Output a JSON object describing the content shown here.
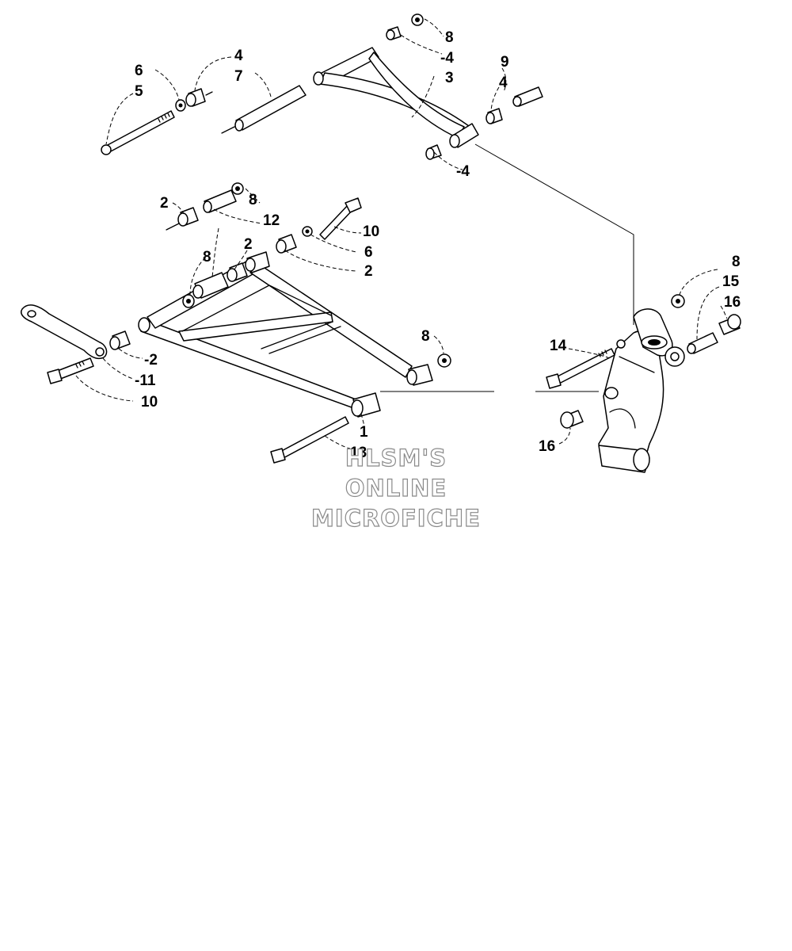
{
  "watermark": {
    "line1": "HLSM'S",
    "line2": "ONLINE",
    "line3": "MICROFICHE"
  },
  "callouts": [
    {
      "id": "c8a",
      "text": "8"
    },
    {
      "id": "c4a",
      "text": "-4"
    },
    {
      "id": "c3",
      "text": "3"
    },
    {
      "id": "c9",
      "text": "9"
    },
    {
      "id": "c4b",
      "text": "4"
    },
    {
      "id": "c4c",
      "text": "-4"
    },
    {
      "id": "c6a",
      "text": "6"
    },
    {
      "id": "c5",
      "text": "5"
    },
    {
      "id": "c4d",
      "text": "4"
    },
    {
      "id": "c7",
      "text": "7"
    },
    {
      "id": "c2a",
      "text": "2"
    },
    {
      "id": "c8b",
      "text": "8"
    },
    {
      "id": "c12",
      "text": "12"
    },
    {
      "id": "c10a",
      "text": "10"
    },
    {
      "id": "c2b",
      "text": "2"
    },
    {
      "id": "c6b",
      "text": "6"
    },
    {
      "id": "c2c",
      "text": "2"
    },
    {
      "id": "c8c",
      "text": "8"
    },
    {
      "id": "c8d",
      "text": "8"
    },
    {
      "id": "c2d",
      "text": "-2"
    },
    {
      "id": "c11",
      "text": "-11"
    },
    {
      "id": "c10b",
      "text": "10"
    },
    {
      "id": "c1",
      "text": "1"
    },
    {
      "id": "c13",
      "text": "13"
    },
    {
      "id": "c8e",
      "text": "8"
    },
    {
      "id": "c15",
      "text": "15"
    },
    {
      "id": "c16a",
      "text": "16"
    },
    {
      "id": "c14",
      "text": "14"
    },
    {
      "id": "c16b",
      "text": "16"
    }
  ]
}
